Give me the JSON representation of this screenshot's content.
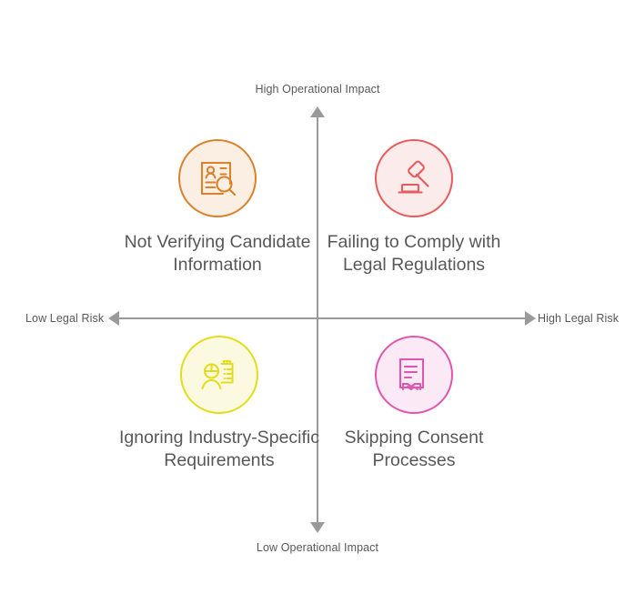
{
  "diagram": {
    "type": "2x2-matrix",
    "axes": {
      "vertical_top_label": "High Operational Impact",
      "vertical_bottom_label": "Low Operational Impact",
      "horizontal_left_label": "Low Legal Risk",
      "horizontal_right_label": "High Legal Risk",
      "line_color": "#9a9a9a",
      "text_color": "#585858"
    },
    "quadrants": [
      {
        "position": "top-left",
        "title": "Not Verifying Candidate Information",
        "icon": "resume-search-icon",
        "stroke_color": "#D9822B",
        "fill_color": "#FBEFE3"
      },
      {
        "position": "top-right",
        "title": "Failing to Comply with Legal Regulations",
        "icon": "gavel-icon",
        "stroke_color": "#E85B5B",
        "fill_color": "#FCEBEB"
      },
      {
        "position": "bottom-left",
        "title": "Ignoring Industry-Specific Requirements",
        "icon": "worker-checklist-icon",
        "stroke_color": "#E3DC1A",
        "fill_color": "#FBFAE0"
      },
      {
        "position": "bottom-right",
        "title": "Skipping Consent Processes",
        "icon": "document-handshake-icon",
        "stroke_color": "#E056AE",
        "fill_color": "#FBEAF5"
      }
    ]
  }
}
